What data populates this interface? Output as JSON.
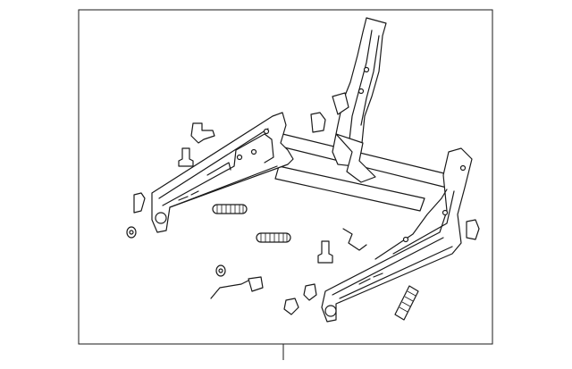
{
  "diagram": {
    "line_color": "#1a1a1a",
    "background_color": "#ffffff",
    "parts": [
      {
        "name": "seat-frame-assembly"
      },
      {
        "name": "left-seat-rail"
      },
      {
        "name": "right-seat-rail"
      },
      {
        "name": "seat-back-hinge-bracket"
      },
      {
        "name": "cross-member-tube"
      },
      {
        "name": "height-adjust-rod"
      },
      {
        "name": "wire-harness-clip"
      },
      {
        "name": "springs"
      },
      {
        "name": "clips"
      },
      {
        "name": "bolts"
      },
      {
        "name": "washers"
      }
    ]
  }
}
